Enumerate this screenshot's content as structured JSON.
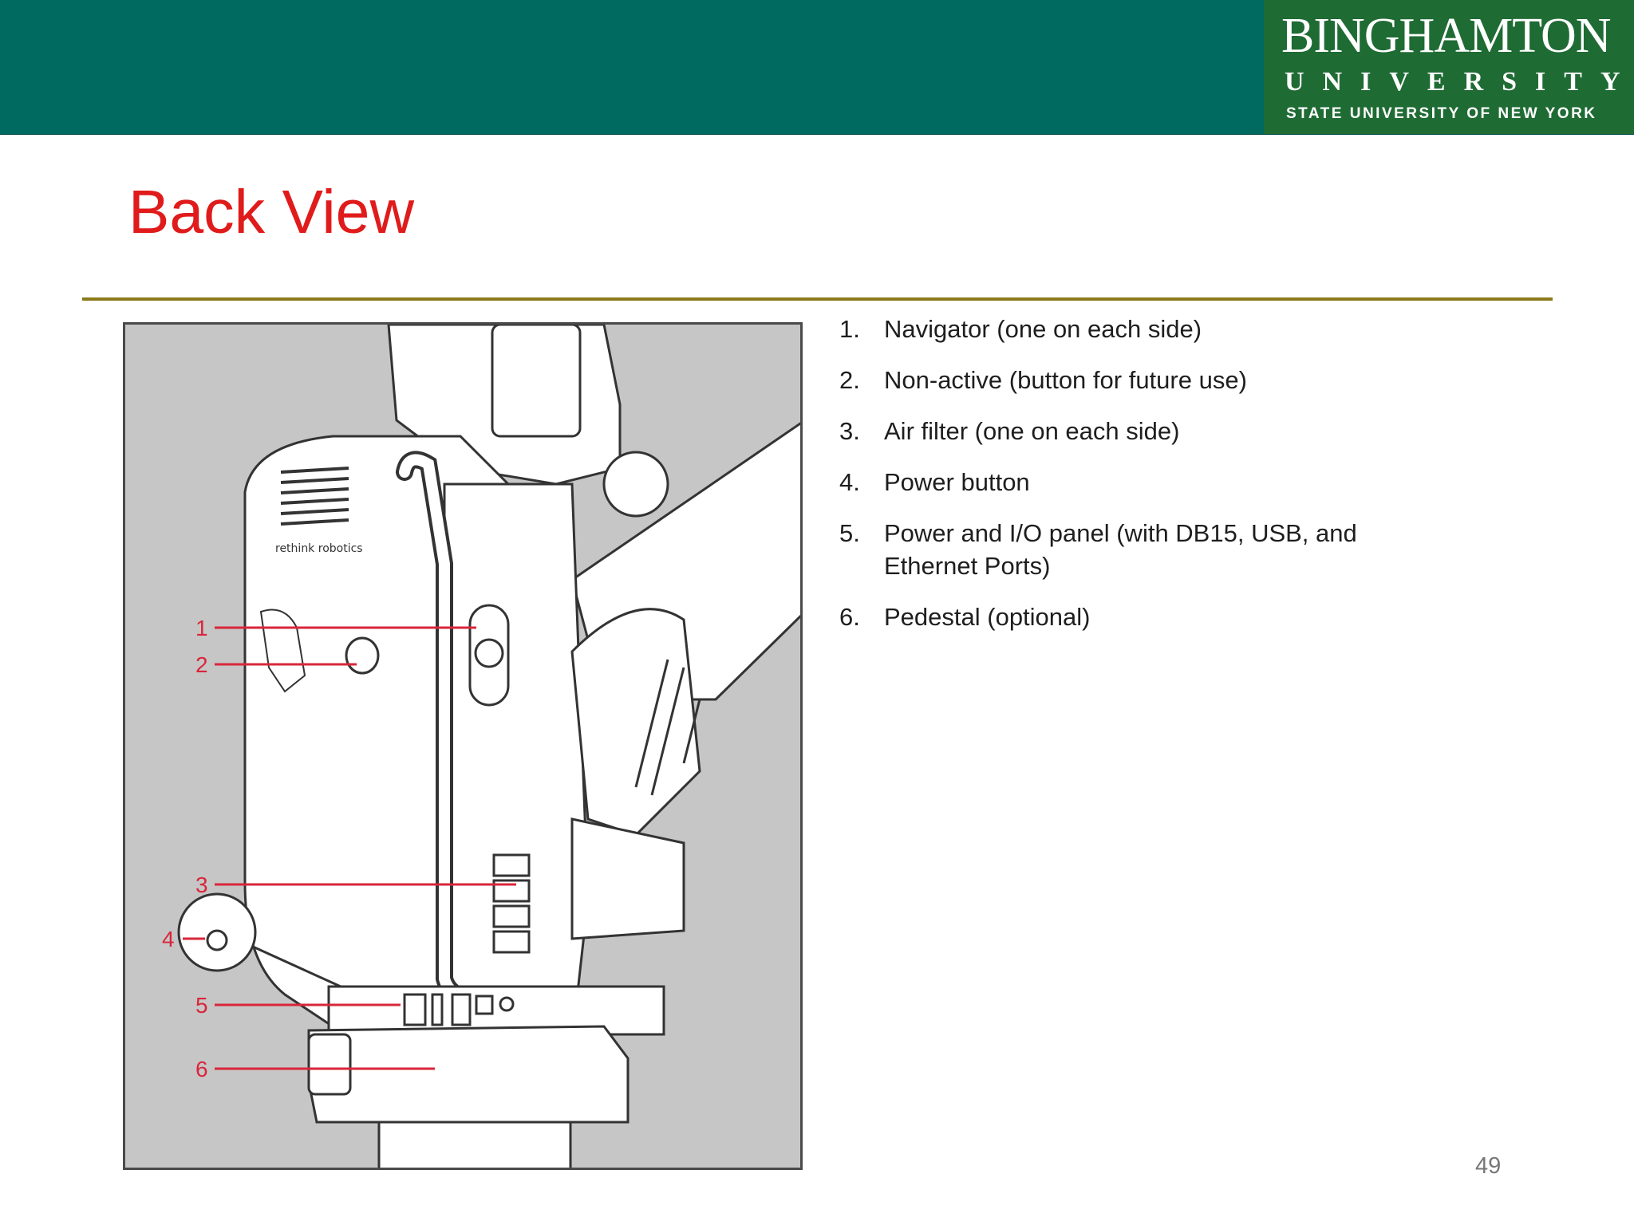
{
  "header": {
    "logo": {
      "line1": "BINGHAMTON",
      "line2": "UNIVERSITY",
      "line3": "STATE UNIVERSITY OF NEW YORK"
    }
  },
  "slide": {
    "title": "Back View",
    "page_number": "49"
  },
  "figure": {
    "brand_mark": "rethink robotics",
    "callouts": [
      "1",
      "2",
      "3",
      "4",
      "5",
      "6"
    ]
  },
  "features": [
    {
      "num": "1.",
      "text": "Navigator (one on each side)"
    },
    {
      "num": "2.",
      "text": "Non-active (button for future use)"
    },
    {
      "num": "3.",
      "text": "Air filter (one on each side)"
    },
    {
      "num": "4.",
      "text": "Power button"
    },
    {
      "num": "5.",
      "text": "Power and I/O panel (with DB15, USB, and Ethernet Ports)"
    },
    {
      "num": "6.",
      "text": "Pedestal (optional)"
    }
  ],
  "colors": {
    "header_bg": "#006a61",
    "logo_bg": "#1f6b34",
    "title": "#e01b1b",
    "rule": "#8a7a1a",
    "callout": "#d9263a"
  }
}
